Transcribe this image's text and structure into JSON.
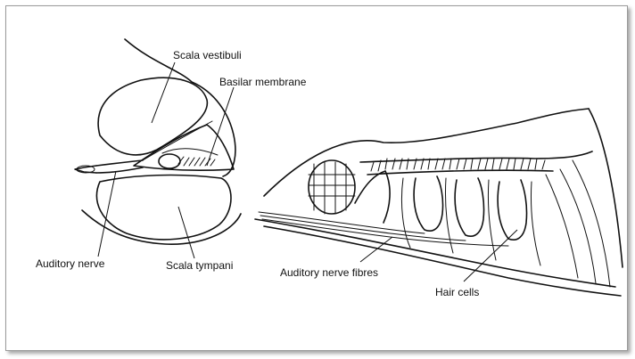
{
  "figure": {
    "labels": {
      "scala_vestibuli": "Scala vestibuli",
      "basilar_membrane": "Basilar membrane",
      "auditory_nerve": "Auditory nerve",
      "scala_tympani": "Scala tympani",
      "auditory_nerve_fibres": "Auditory nerve fibres",
      "hair_cells": "Hair cells"
    }
  }
}
